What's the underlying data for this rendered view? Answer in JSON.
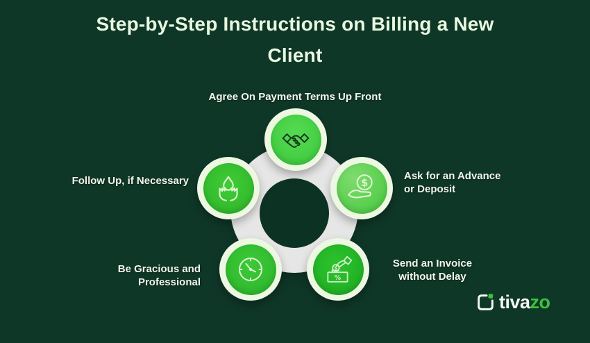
{
  "title": "Step-by-Step Instructions on Billing a New\nClient",
  "steps": [
    {
      "id": "payment-terms",
      "label": "Agree On Payment Terms Up Front",
      "icon": "handshake-icon"
    },
    {
      "id": "advance-deposit",
      "label": "Ask for an Advance\nor Deposit",
      "icon": "hand-coin-icon"
    },
    {
      "id": "send-invoice",
      "label": "Send an Invoice\nwithout Delay",
      "icon": "deposit-coin-icon"
    },
    {
      "id": "gracious-professional",
      "label": "Be Gracious and\nProfessional",
      "icon": "clock-icon"
    },
    {
      "id": "follow-up",
      "label": "Follow Up, if Necessary",
      "icon": "hands-drop-icon"
    }
  ],
  "logo": {
    "text_primary": "tiva",
    "text_accent": "zo",
    "icon": "tivazo-logo-icon"
  },
  "colors": {
    "background": "#0F3728",
    "hole": "#0C3224",
    "title_text": "#E9F8E0",
    "label_text": "#F2F6EC",
    "ring_gray": "#E5E6E5",
    "node_ring": "#EDF8E2",
    "green_bright": "#4CD64A",
    "green_lime": "#6BD45F",
    "green_medium": "#34C032",
    "green_deep": "#1FAE25",
    "logo_accent": "#3CC13C",
    "icon_dark": "#16331F",
    "icon_light": "#DFF5D3"
  }
}
